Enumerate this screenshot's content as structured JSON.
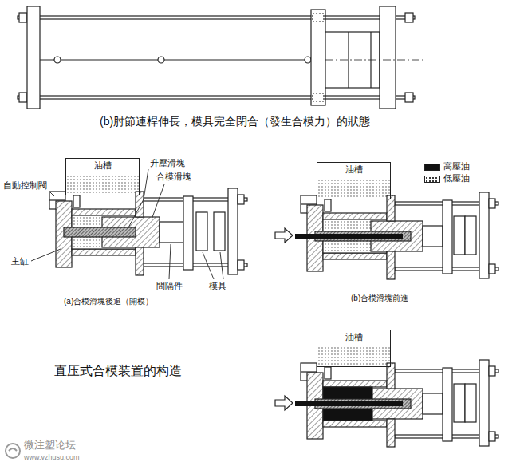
{
  "diagram": {
    "title": "直压式合模装置的构造",
    "nodes": [
      {
        "text": [
          "油槽"
        ]
      },
      {
        "text": [
          "油槽"
        ]
      },
      {
        "text": [
          "油槽"
        ]
      }
    ],
    "labels": [
      "(b)肘節連桿伸長，模具完全閉合（發生合模力）的狀態",
      "升壓滑塊",
      "合模滑塊",
      "自動控制閥",
      "主缸",
      "間隔件",
      "模具",
      "(a)合模滑塊後退（開模）",
      "(b)合模滑塊前進",
      "微注塑论坛",
      "www.vzhusu.com"
    ],
    "legend": [
      {
        "text": "高壓油",
        "color": "#111111"
      },
      {
        "text": "低壓油"
      }
    ]
  }
}
